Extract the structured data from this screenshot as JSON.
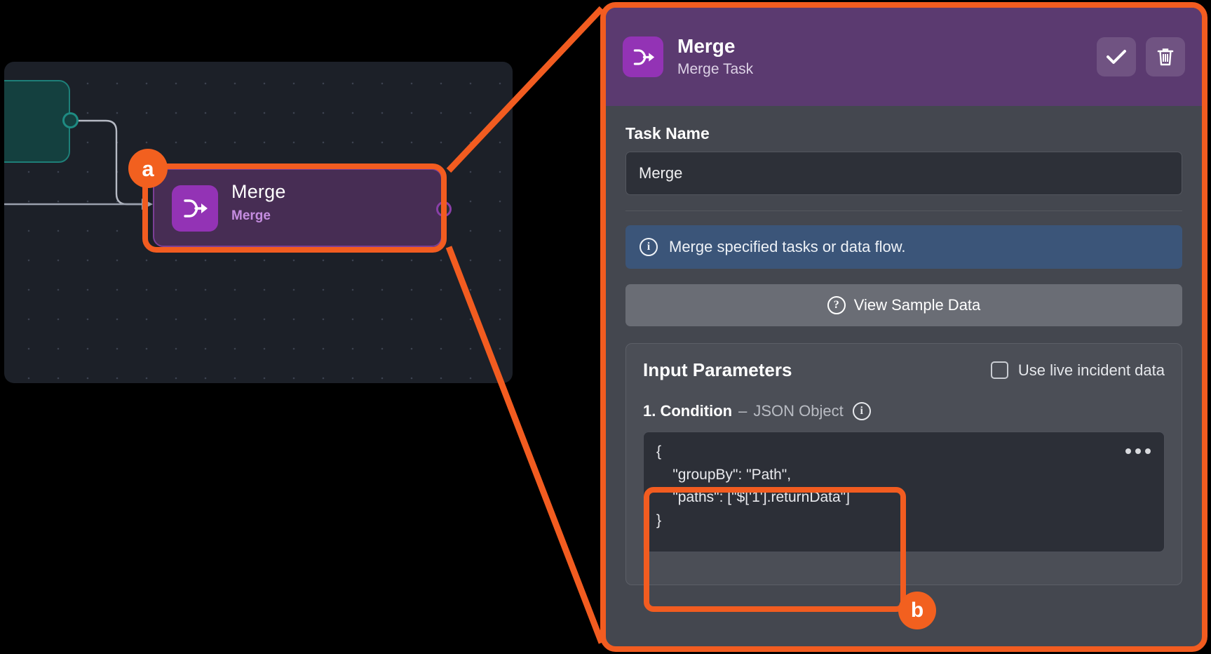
{
  "canvas": {
    "upstream_node": {
      "name": "upstream-node",
      "port": "output-port"
    },
    "merge_node": {
      "title": "Merge",
      "subtitle": "Merge",
      "icon": "merge-arrow-icon"
    }
  },
  "callouts": [
    {
      "id": "a",
      "label": "a"
    },
    {
      "id": "b",
      "label": "b"
    }
  ],
  "panel": {
    "header": {
      "title": "Merge",
      "subtitle": "Merge Task",
      "icon": "merge-arrow-icon",
      "confirm_icon": "check-icon",
      "delete_icon": "trash-icon"
    },
    "task_name": {
      "label": "Task Name",
      "value": "Merge",
      "placeholder": "Task Name"
    },
    "info_banner": {
      "icon": "info-icon",
      "text": "Merge specified tasks or data flow."
    },
    "sample_button": {
      "icon": "question-icon",
      "label": "View Sample Data"
    },
    "input_parameters": {
      "title": "Input Parameters",
      "live_data": {
        "label": "Use live incident data",
        "checked": false
      },
      "params": [
        {
          "index": "1. Condition",
          "dash": "–",
          "type": "JSON Object",
          "info_icon": "info-icon",
          "value": "{\n    \"groupBy\": \"Path\",\n    \"paths\": [\"$['1'].returnData\"]\n}",
          "menu_icon": "more-horizontal-icon"
        }
      ]
    }
  },
  "colors": {
    "accent_orange": "#f25c20",
    "header_purple": "#5b3a70",
    "icon_purple": "#9333b5",
    "panel_bg": "#44474f",
    "canvas_bg": "#1c2028",
    "info_blue": "#3b5579",
    "node_purple": "#472d54",
    "node_label_purple": "#c58de0",
    "teal": "#1e7f78"
  }
}
